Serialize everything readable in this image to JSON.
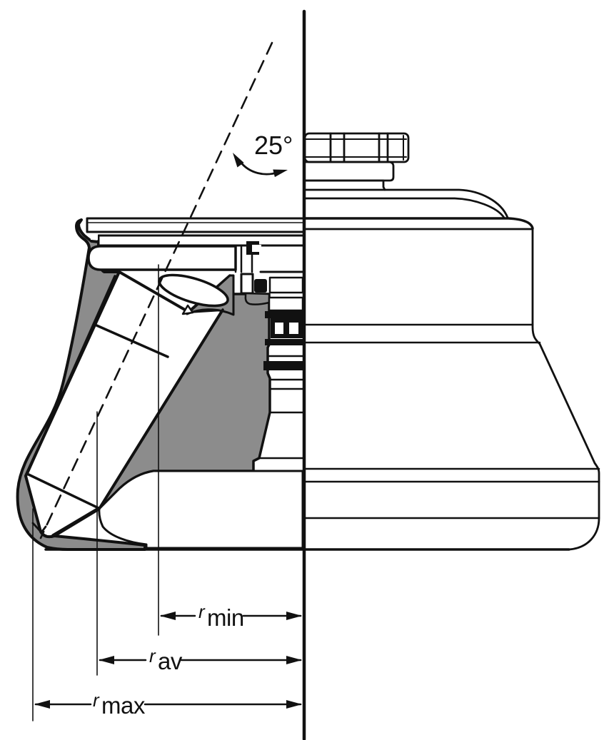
{
  "diagram": {
    "type": "technical_drawing",
    "subject": "Fixed-angle centrifuge rotor: half cross-section with inclined centrifuge tube (left) and exterior view (right), showing rotation axis, 25-degree tube angle and radial distances",
    "angle_label": "25°",
    "dimension_labels": [
      {
        "id": "r-min",
        "prefix": "r",
        "subscript": "min"
      },
      {
        "id": "r-av",
        "prefix": "r",
        "subscript": "av"
      },
      {
        "id": "r-max",
        "prefix": "r",
        "subscript": "max"
      }
    ],
    "colors": {
      "line": "#111111",
      "rotor_body_fill": "#8c8c8c",
      "background": "#ffffff"
    }
  }
}
